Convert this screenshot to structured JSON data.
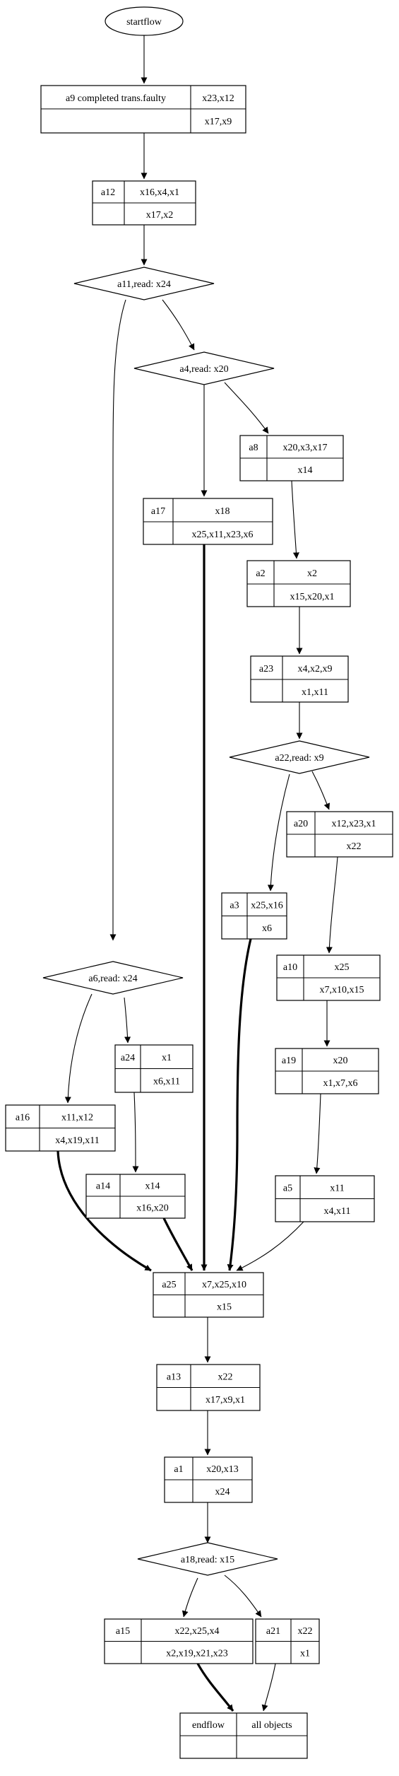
{
  "terminals": {
    "start": "startflow"
  },
  "records": {
    "a9": {
      "name": "a9 completed trans.faulty",
      "top": "x23,x12",
      "bottom": "x17,x9"
    },
    "a12": {
      "name": "a12",
      "top": "x16,x4,x1",
      "bottom": "x17,x2"
    },
    "a8": {
      "name": "a8",
      "top": "x20,x3,x17",
      "bottom": "x14"
    },
    "a17": {
      "name": "a17",
      "top": "x18",
      "bottom": "x25,x11,x23,x6"
    },
    "a2": {
      "name": "a2",
      "top": "x2",
      "bottom": "x15,x20,x1"
    },
    "a23": {
      "name": "a23",
      "top": "x4,x2,x9",
      "bottom": "x1,x11"
    },
    "a20": {
      "name": "a20",
      "top": "x12,x23,x1",
      "bottom": "x22"
    },
    "a3": {
      "name": "a3",
      "top": "x25,x16",
      "bottom": "x6"
    },
    "a10": {
      "name": "a10",
      "top": "x25",
      "bottom": "x7,x10,x15"
    },
    "a24": {
      "name": "a24",
      "top": "x1",
      "bottom": "x6,x11"
    },
    "a19": {
      "name": "a19",
      "top": "x20",
      "bottom": "x1,x7,x6"
    },
    "a16": {
      "name": "a16",
      "top": "x11,x12",
      "bottom": "x4,x19,x11"
    },
    "a14": {
      "name": "a14",
      "top": "x14",
      "bottom": "x16,x20"
    },
    "a5": {
      "name": "a5",
      "top": "x11",
      "bottom": "x4,x11"
    },
    "a25": {
      "name": "a25",
      "top": "x7,x25,x10",
      "bottom": "x15"
    },
    "a13": {
      "name": "a13",
      "top": "x22",
      "bottom": "x17,x9,x1"
    },
    "a1": {
      "name": "a1",
      "top": "x20,x13",
      "bottom": "x24"
    },
    "a15": {
      "name": "a15",
      "top": "x22,x25,x4",
      "bottom": "x2,x19,x21,x23"
    },
    "a21": {
      "name": "a21",
      "top": "x22",
      "bottom": "x1"
    },
    "end": {
      "name": "endflow",
      "top": "all objects",
      "bottom": ""
    }
  },
  "decisions": {
    "a11": "a11,read: x24",
    "a4": "a4,read: x20",
    "a22": "a22,read: x9",
    "a6": "a6,read: x24",
    "a18": "a18,read: x15"
  }
}
